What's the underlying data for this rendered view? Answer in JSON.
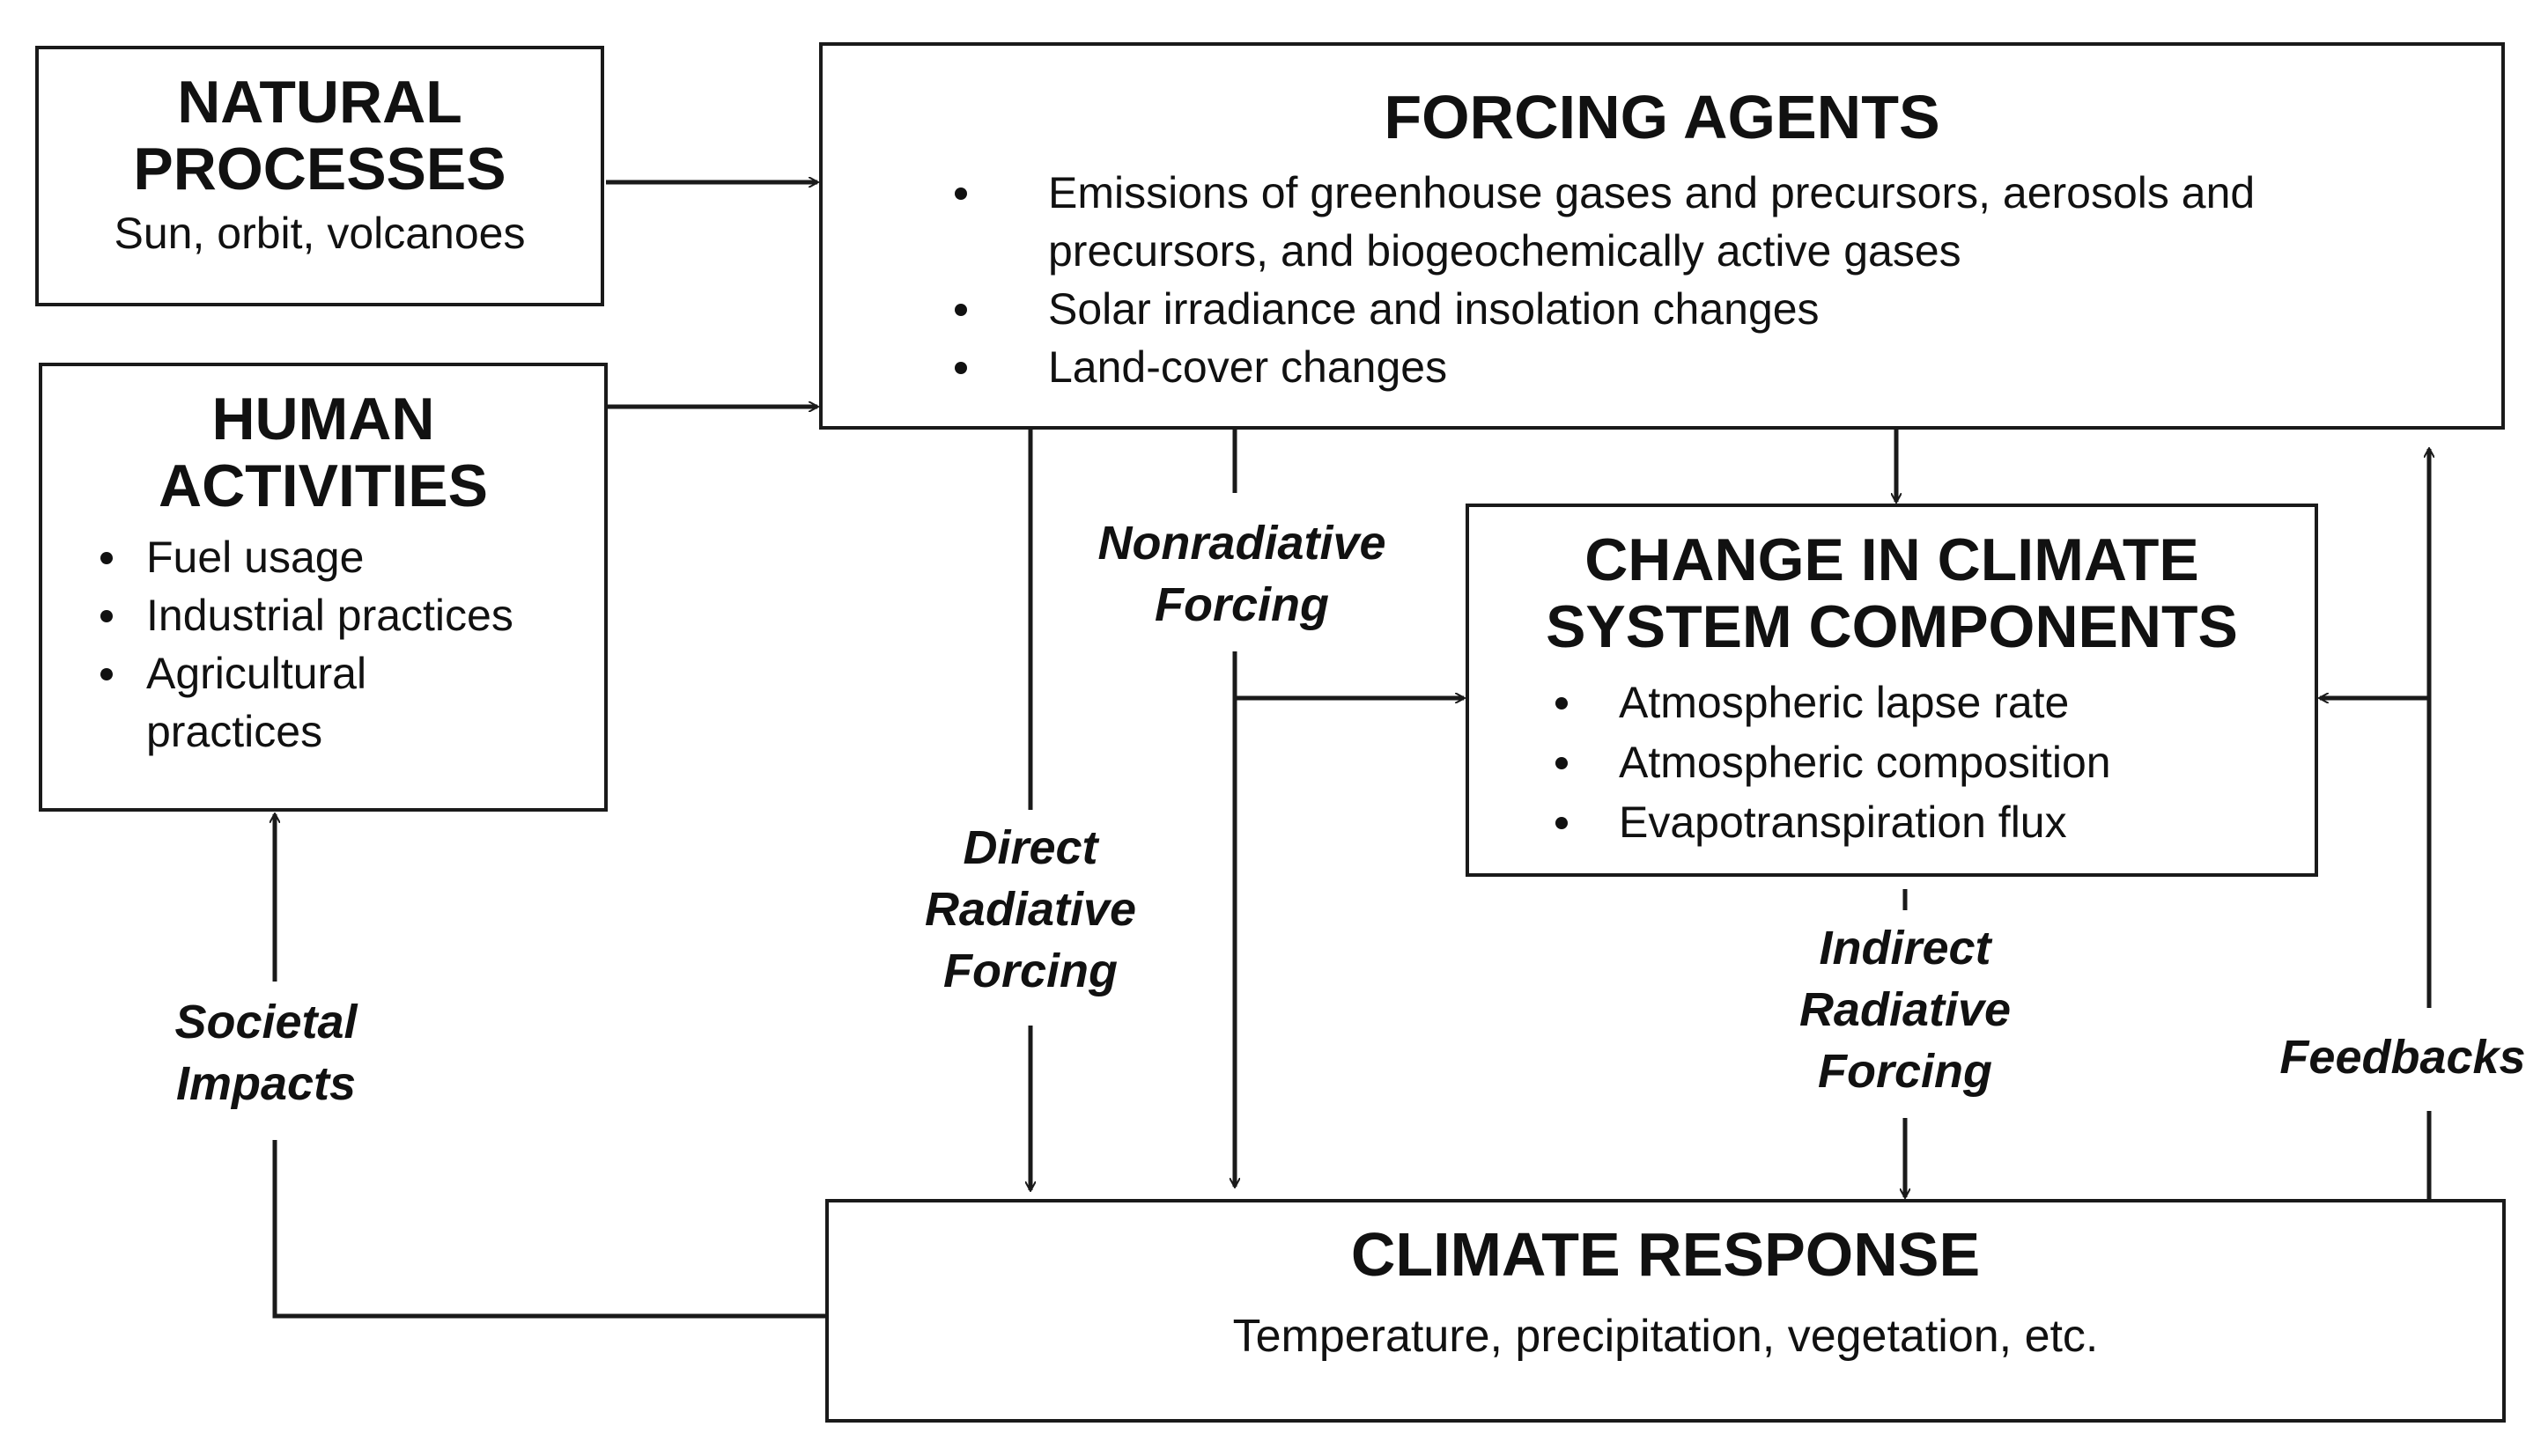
{
  "natural": {
    "title_l1": "NATURAL",
    "title_l2": "PROCESSES",
    "sub": "Sun, orbit, volcanoes"
  },
  "human": {
    "title_l1": "HUMAN",
    "title_l2": "ACTIVITIES",
    "items": [
      "Fuel usage",
      "Industrial practices",
      "Agricultural",
      "practices"
    ]
  },
  "forcing": {
    "title": "FORCING AGENTS",
    "items": [
      "Emissions of greenhouse gases and precursors, aerosols and",
      "precursors, and biogeochemically active gases",
      "Solar irradiance and insolation changes",
      "Land-cover changes"
    ]
  },
  "change": {
    "title_l1": "CHANGE IN CLIMATE",
    "title_l2": "SYSTEM COMPONENTS",
    "items": [
      "Atmospheric lapse rate",
      "Atmospheric composition",
      "Evapotranspiration flux"
    ]
  },
  "response": {
    "title": "CLIMATE RESPONSE",
    "sub": "Temperature, precipitation, vegetation, etc."
  },
  "labels": {
    "nonradiative_l1": "Nonradiative",
    "nonradiative_l2": "Forcing",
    "direct_l1": "Direct",
    "direct_l2": "Radiative",
    "direct_l3": "Forcing",
    "indirect_l1": "Indirect",
    "indirect_l2": "Radiative",
    "indirect_l3": "Forcing",
    "societal_l1": "Societal",
    "societal_l2": "Impacts",
    "feedbacks": "Feedbacks"
  }
}
